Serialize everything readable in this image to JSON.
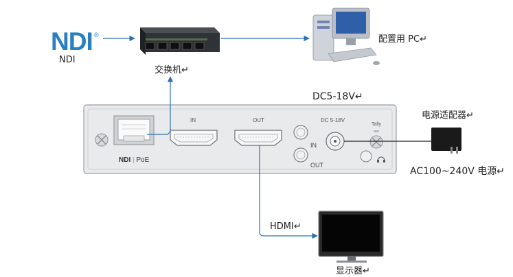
{
  "ndi": {
    "logo": "NDI",
    "reg_mark": "®",
    "caption": "NDI"
  },
  "switch": {
    "label": "交换机↵"
  },
  "pc": {
    "label": "配置用 PC↵"
  },
  "device": {
    "power_spec": "DC5-18V↵",
    "port_in": "IN",
    "port_out": "OUT",
    "dc_label": "DC 5-18V",
    "tally_label": "Tally",
    "sdi_in": "IN",
    "sdi_out": "OUT",
    "ndi_poe_logo": "NDI",
    "ndi_poe_text": "PoE"
  },
  "adapter": {
    "label": "电源适配器↵",
    "power_label": "AC100~240V 电源↵"
  },
  "monitor": {
    "label": "显示器↵",
    "link_label": "HDMI↵"
  },
  "colors": {
    "ndi_blue": "#2a7fc1",
    "arrow_blue": "#2b6fb6",
    "panel": "#e9eaec",
    "panel_border": "#9a9da2"
  }
}
